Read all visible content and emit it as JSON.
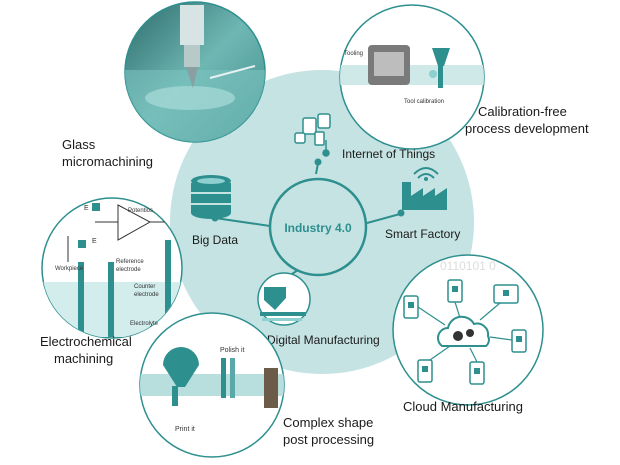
{
  "center": {
    "label": "Industry 4.0"
  },
  "pillars": {
    "internet_of_things": "Internet of Things",
    "big_data": "Big Data",
    "smart_factory": "Smart Factory",
    "digital_manufacturing": "Digital Manufacturing"
  },
  "applications": {
    "glass_line1": "Glass",
    "glass_line2": "micromachining",
    "calibration_line1": "Calibration-free",
    "calibration_line2": "process development",
    "ecm_line1": "Electrochemical",
    "ecm_line2": "machining",
    "cloud": "Cloud Manufacturing",
    "complex_line1": "Complex shape",
    "complex_line2": "post processing"
  },
  "inset_text": {
    "tooling": "Tooling",
    "tool_calibration": "Tool calibration",
    "potentiostat": "Potentios",
    "e_top": "E",
    "e_left": "E",
    "workpiece": "Workpiece",
    "reference_electrode_1": "Reference",
    "reference_electrode_2": "electrode",
    "counter_electrode_1": "Counter",
    "counter_electrode_2": "electrode",
    "electrolyte": "Electrolyte",
    "polish_it": "Polish it",
    "print_it": "Print it",
    "binary": "0110101 0"
  },
  "colors": {
    "teal": "#2e8f8f",
    "hub_fill": "#c6e3e3",
    "light_teal": "#8ecfcf",
    "dark": "#1a1a1a"
  }
}
